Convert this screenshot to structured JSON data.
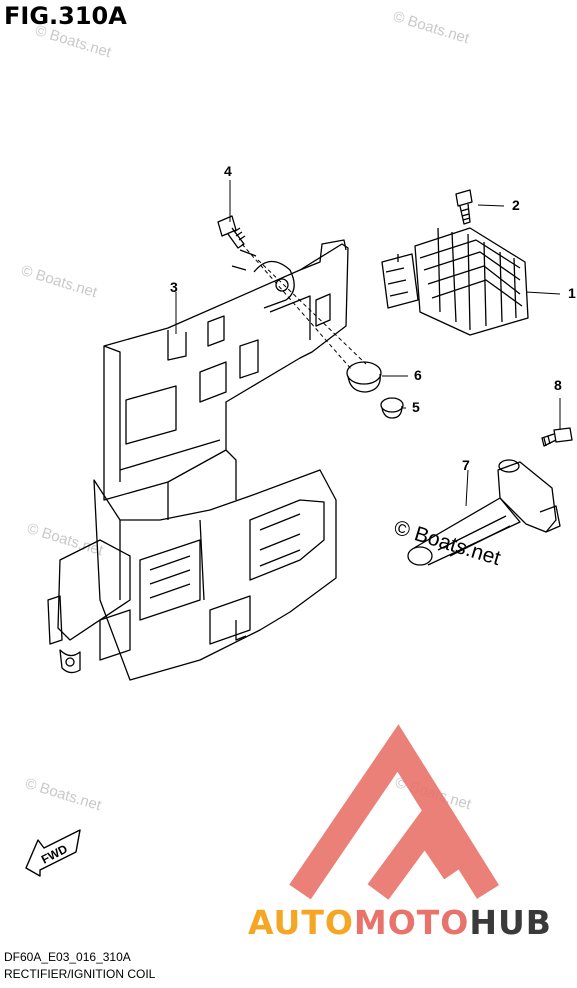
{
  "figure": {
    "title": "FIG.310A",
    "code": "DF60A_E03_016_310A",
    "caption": "RECTIFIER/IGNITION COIL"
  },
  "callouts": [
    "1",
    "2",
    "3",
    "4",
    "5",
    "6",
    "7",
    "8"
  ],
  "fwd_label": "FWD",
  "watermark_text": "© Boats.net",
  "watermark_main": "© Boats.net",
  "logo": {
    "part1": "AUTO",
    "part2": "MOTO",
    "part3": "HUB",
    "colors": {
      "auto": "#f5a623",
      "moto": "#e8736a",
      "hub": "#3a3a3a",
      "triangle": "#e8736a"
    }
  }
}
